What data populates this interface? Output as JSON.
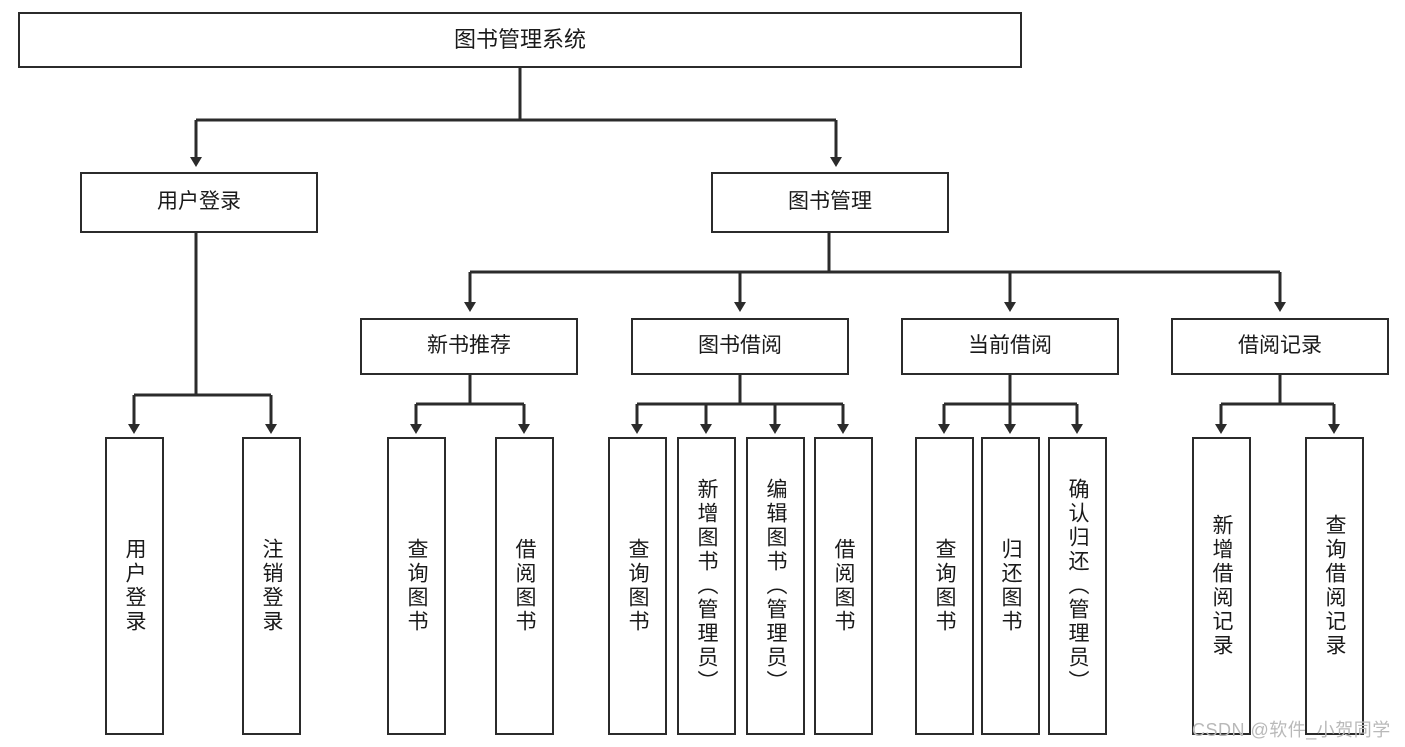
{
  "diagram": {
    "title": "图书管理系统",
    "type": "function-structure-tree",
    "background_color": "#ffffff",
    "line_color": "#2b2b2b",
    "text_color": "#1a1a1a"
  },
  "nodes": {
    "root": {
      "label": "图书管理系统"
    },
    "level1": [
      {
        "id": "user-login",
        "label": "用户登录"
      },
      {
        "id": "book-manage",
        "label": "图书管理"
      }
    ],
    "level2": [
      {
        "id": "new-book-recommend",
        "label": "新书推荐"
      },
      {
        "id": "book-borrow",
        "label": "图书借阅"
      },
      {
        "id": "current-borrow",
        "label": "当前借阅"
      },
      {
        "id": "borrow-record",
        "label": "借阅记录"
      }
    ],
    "leaves": {
      "user_login": [
        {
          "id": "leaf-user-login",
          "label": "用户登录"
        },
        {
          "id": "leaf-logout-login",
          "label": "注销登录"
        }
      ],
      "new_book_recommend": [
        {
          "id": "leaf-query-book-1",
          "label": "查询图书"
        },
        {
          "id": "leaf-borrow-book-1",
          "label": "借阅图书"
        }
      ],
      "book_borrow": [
        {
          "id": "leaf-query-book-2",
          "label": "查询图书"
        },
        {
          "id": "leaf-add-book",
          "label": "新增图书（管理员）"
        },
        {
          "id": "leaf-edit-book",
          "label": "编辑图书（管理员）"
        },
        {
          "id": "leaf-borrow-book-2",
          "label": "借阅图书"
        }
      ],
      "current_borrow": [
        {
          "id": "leaf-query-book-3",
          "label": "查询图书"
        },
        {
          "id": "leaf-return-book",
          "label": "归还图书"
        },
        {
          "id": "leaf-confirm-return",
          "label": "确认归还（管理员）"
        }
      ],
      "borrow_record": [
        {
          "id": "leaf-add-record",
          "label": "新增借阅记录"
        },
        {
          "id": "leaf-query-record",
          "label": "查询借阅记录"
        }
      ]
    }
  },
  "watermark": {
    "text": "CSDN @软件_小贺同学",
    "color": "#b9b9b9"
  }
}
